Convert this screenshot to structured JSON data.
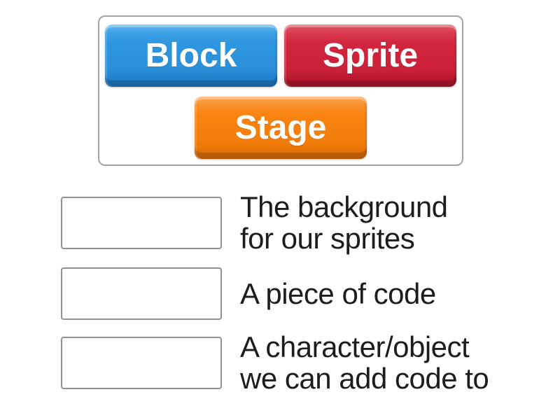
{
  "tiles_panel": {
    "tiles": [
      {
        "label": "Block",
        "face_color": "#2e96e0",
        "css": "background:linear-gradient(180deg,#64b9ee 0%,#3b9fe4 14%,#2e96e0 30%,#2b8fd9 72%,#2180c9 88%,#1b78c0 100%)"
      },
      {
        "label": "Sprite",
        "face_color": "#d2253e",
        "css": "background:linear-gradient(180deg,#e25b6a 0%,#d93a50 14%,#d2253e 30%,#cb2039 72%,#b81931 88%,#ad1529 100%)"
      },
      {
        "label": "Stage",
        "face_color": "#f8830f",
        "css": "background:linear-gradient(180deg,#fba757 0%,#f9912c 14%,#f8830f 30%,#f37d0c 72%,#e37206 88%,#d86a04 100%)"
      }
    ]
  },
  "matches": [
    {
      "definition": "The background\nfor our sprites"
    },
    {
      "definition": "A piece of code"
    },
    {
      "definition": "A character/object\nwe can add code to"
    }
  ],
  "colors": {
    "panel_border": "#a3a3a3",
    "drop_zone_border": "#919191",
    "definition_text": "#1d1d1f",
    "tile_text": "#ffffff",
    "background": "#ffffff"
  }
}
